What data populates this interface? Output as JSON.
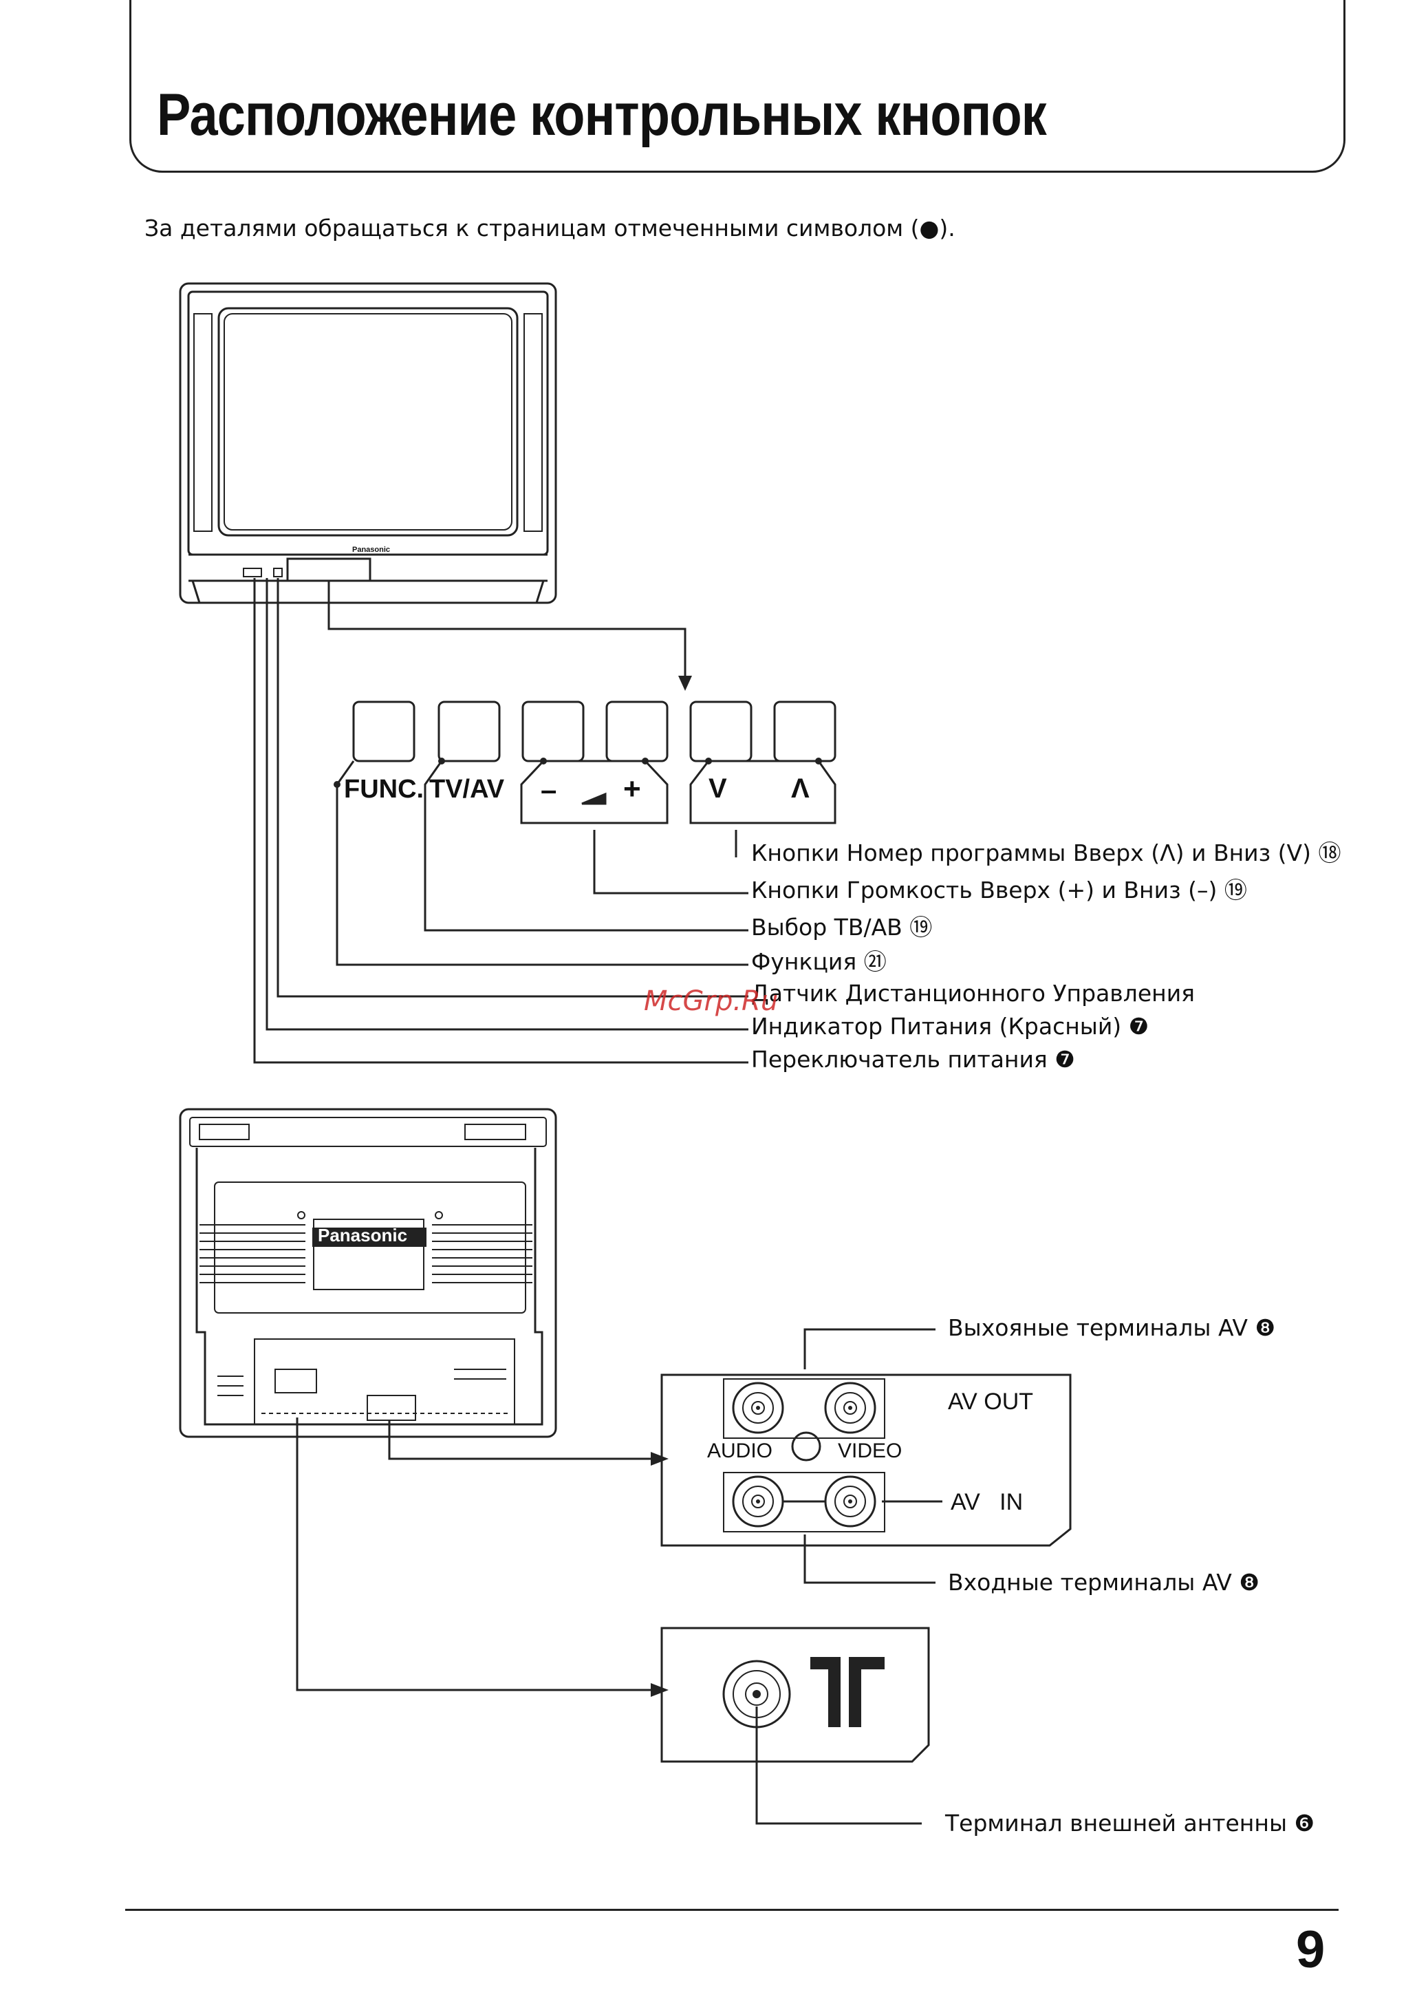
{
  "page": {
    "title": "Расположение контрольных кнопок",
    "intro": "За деталями обращаться к страницам отмеченными символом (●).",
    "page_number": "9",
    "watermark": "McGrp.Ru"
  },
  "front_panel": {
    "brand": "Panasonic",
    "buttons": {
      "func": "FUNC.",
      "tvav": "TV/AV",
      "vol_minus": "–",
      "vol_plus": "+",
      "ch_down": "V",
      "ch_up": "Λ"
    },
    "labels": [
      "Кнопки Номер программы Вверх (Λ) и Вниз (V) ⑱",
      "Кнопки Громкость Вверх (+) и Вниз (–) ⑲",
      "Выбор ТВ/АВ ⑲",
      "Функция ㉑",
      "Датчик Дистанционного Управления",
      "Индикатор Питания (Красный) ❼",
      "Переключатель питания ❼"
    ]
  },
  "rear_panel": {
    "brand": "Panasonic",
    "av_out_label": "Выхояные терминалы AV ❽",
    "av_in_label": "Входные терминалы AV ❽",
    "antenna_label": "Терминал внешней антенны ❻",
    "terminal_text": {
      "av_out": "AV OUT",
      "av_in": "AV   IN",
      "audio": "AUDIO",
      "video": "VIDEO"
    }
  }
}
